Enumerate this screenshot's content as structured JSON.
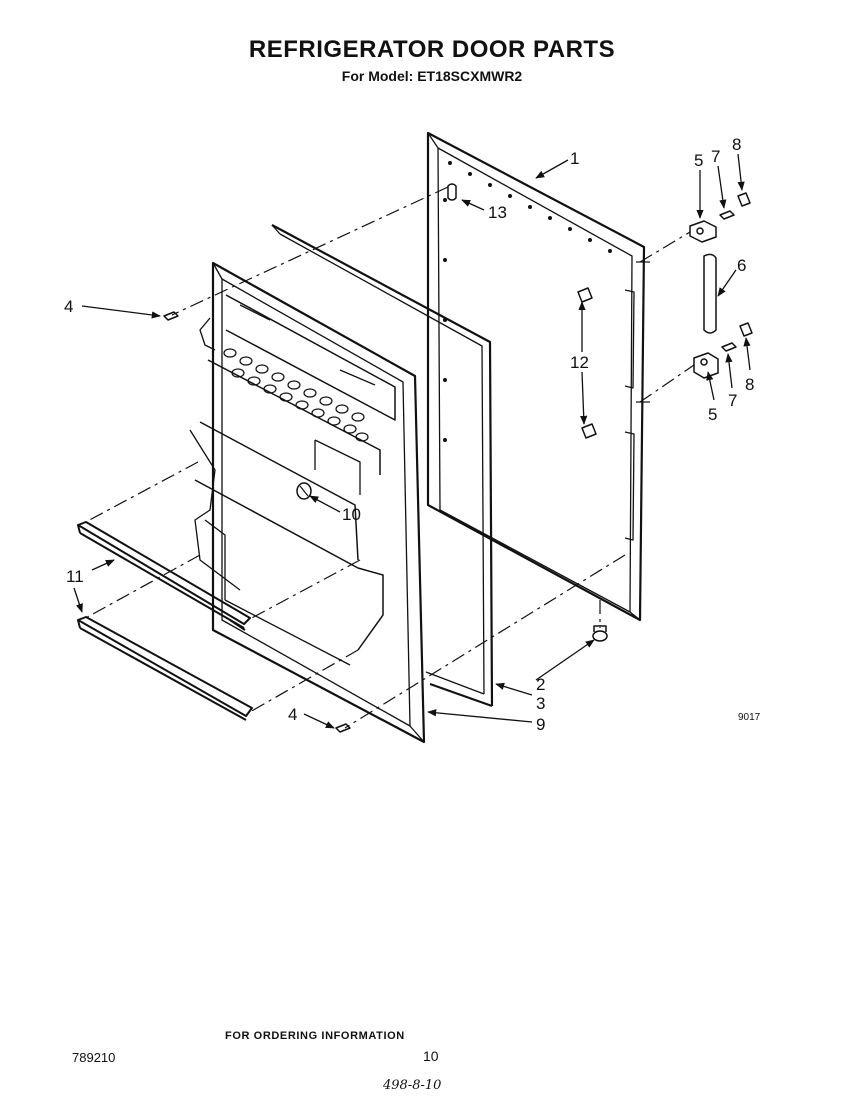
{
  "header": {
    "title": "REFRIGERATOR DOOR PARTS",
    "subtitle": "For Model: ET18SCXMWR2"
  },
  "callouts": {
    "c1": "1",
    "c2": "2",
    "c3": "3",
    "c4a": "4",
    "c4b": "4",
    "c5a": "5",
    "c5b": "5",
    "c6": "6",
    "c7a": "7",
    "c7b": "7",
    "c8a": "8",
    "c8b": "8",
    "c9": "9",
    "c10": "10",
    "c11": "11",
    "c12": "12",
    "c13": "13"
  },
  "diagram_code": "9017",
  "footer": {
    "ordering_info": "FOR ORDERING INFORMATION",
    "doc_number": "789210",
    "page_number": "10",
    "handwritten": "498-8-10"
  }
}
